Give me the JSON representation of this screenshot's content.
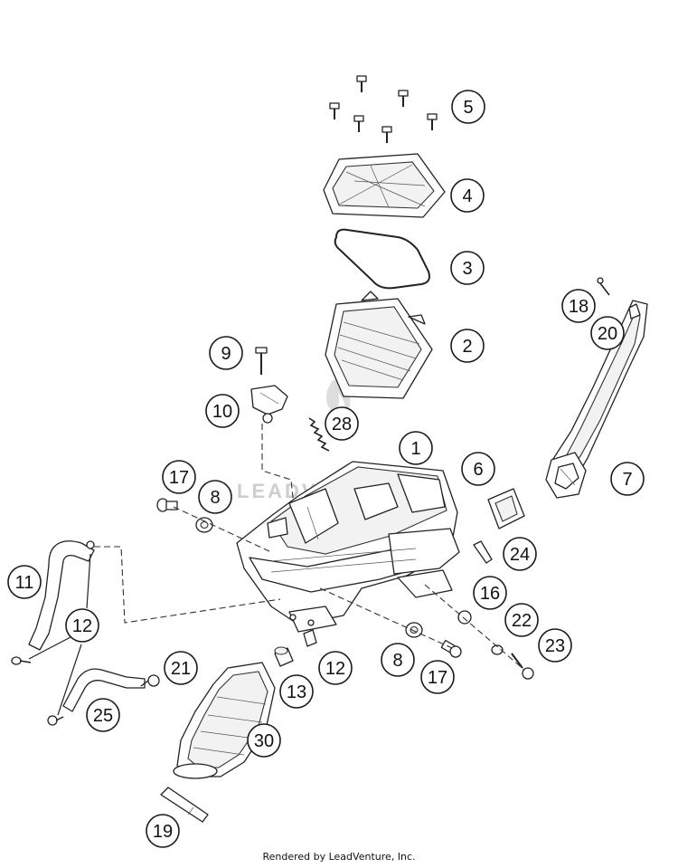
{
  "diagram": {
    "callouts": [
      "1",
      "2",
      "3",
      "4",
      "5",
      "6",
      "7",
      "8",
      "8",
      "9",
      "10",
      "11",
      "12",
      "12",
      "13",
      "16",
      "17",
      "17",
      "18",
      "19",
      "20",
      "21",
      "22",
      "23",
      "24",
      "25",
      "28",
      "30"
    ]
  },
  "watermark": {
    "text": "LEADVENTURE"
  },
  "footer": {
    "text": "Rendered by LeadVenture, Inc."
  }
}
